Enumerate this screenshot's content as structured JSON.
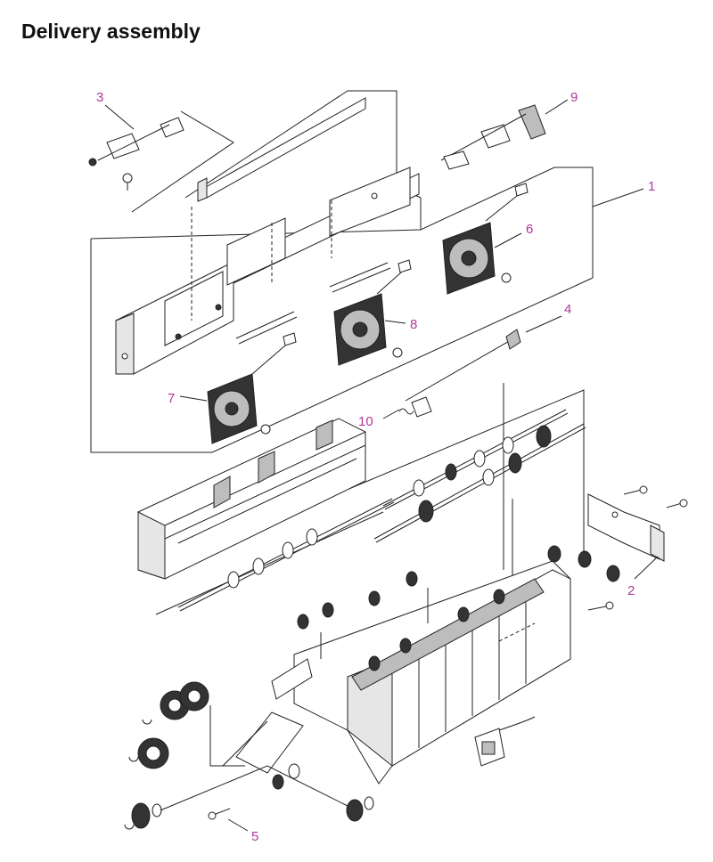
{
  "page": {
    "title": "Delivery assembly"
  },
  "colors": {
    "callout": "#b0379a",
    "line": "#222222"
  },
  "callouts": [
    {
      "label": "1"
    },
    {
      "label": "2"
    },
    {
      "label": "3"
    },
    {
      "label": "4"
    },
    {
      "label": "5"
    },
    {
      "label": "6"
    },
    {
      "label": "7"
    },
    {
      "label": "8"
    },
    {
      "label": "9"
    },
    {
      "label": "10"
    }
  ]
}
